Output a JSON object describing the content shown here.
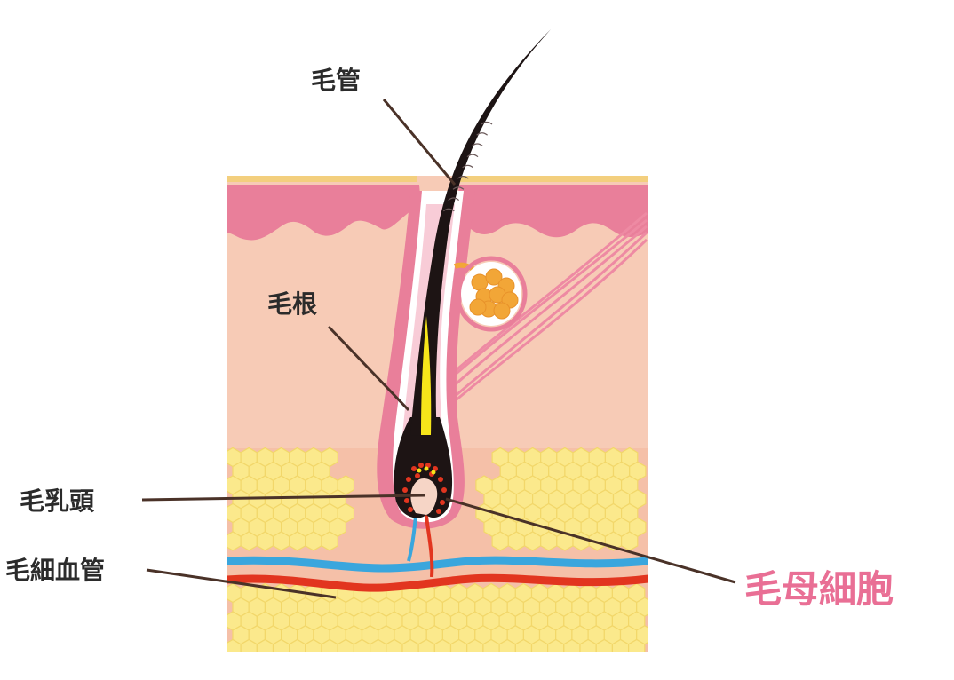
{
  "labels": {
    "hair_shaft": "毛管",
    "hair_root": "毛根",
    "dermal_papilla": "毛乳頭",
    "capillary": "毛細血管",
    "hair_matrix_cells": "毛母細胞"
  },
  "colors": {
    "accent_label": "#e96f95",
    "leader_line": "#4a3228",
    "epidermis": "#e97f9a",
    "skin_surface": "#f3cf7e",
    "dermis": "#f7cbb6",
    "fat_cell": "#fbe98c",
    "fat_cell_stroke": "#f2d76a",
    "hair": "#1d1414",
    "medulla": "#f6e51a",
    "artery": "#e2351f",
    "vein": "#3aa6dd",
    "sebaceous_gland": "#f2a637"
  }
}
